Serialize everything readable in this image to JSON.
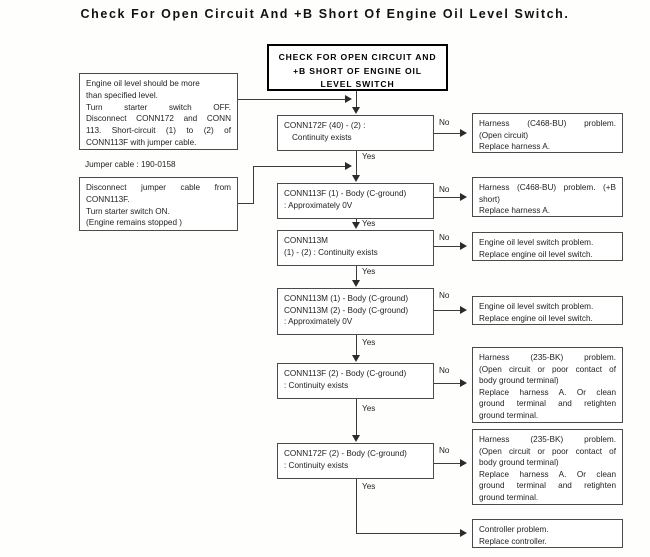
{
  "title": "Check For Open Circuit And +B Short Of Engine Oil Level Switch.",
  "header_box": {
    "line1": "CHECK FOR OPEN CIRCUIT AND",
    "line2": "+B SHORT OF ENGINE OIL",
    "line3": "LEVEL SWITCH"
  },
  "notes": [
    {
      "name": "precondition-note",
      "line1": "Engine oil level should be more",
      "line2": "than specified level.",
      "line3": "Turn starter switch OFF.",
      "line4": "Disconnect CONN172 and CONN",
      "line5": "113. Short-circuit (1) to (2) of",
      "line6": "CONN113F with jumper cable."
    },
    {
      "name": "jumper-cable-note",
      "text": "Jumper cable : 190-0158"
    },
    {
      "name": "second-precondition-note",
      "line1": "Disconnect jumper cable from",
      "line2": "CONN113F.",
      "line3": "Turn starter switch ON.",
      "line4": "(Engine remains stopped )"
    }
  ],
  "steps": [
    {
      "id": "step-1",
      "line1": "CONN172F (40) - (2) :",
      "line2": "Continuity exists",
      "no_label": "No",
      "yes_label": "Yes"
    },
    {
      "id": "step-2",
      "line1": "CONN113F (1) - Body (C-ground)",
      "line2": ": Approximately 0V",
      "no_label": "No",
      "yes_label": "Yes"
    },
    {
      "id": "step-3",
      "line1": "CONN113M",
      "line2": "(1) - (2) : Continuity exists",
      "no_label": "No",
      "yes_label": "Yes"
    },
    {
      "id": "step-4",
      "line1": "CONN113M (1) - Body (C-ground)",
      "line2": "CONN113M (2) - Body (C-ground)",
      "line3": ": Approximately 0V",
      "no_label": "No",
      "yes_label": "Yes"
    },
    {
      "id": "step-5",
      "line1": "CONN113F (2) - Body (C-ground)",
      "line2": ": Continuity exists",
      "no_label": "No",
      "yes_label": "Yes"
    },
    {
      "id": "step-6",
      "line1": "CONN172F (2) - Body (C-ground)",
      "line2": ": Continuity exists",
      "no_label": "No",
      "yes_label": "Yes"
    }
  ],
  "results": [
    {
      "id": "result-1",
      "line1": "Harness (C468-BU) problem.",
      "line2": "(Open circuit)",
      "line3": "Replace harness A."
    },
    {
      "id": "result-2",
      "line1": "Harness (C468-BU) problem. (+B",
      "line2": "short)",
      "line3": "Replace harness A."
    },
    {
      "id": "result-3",
      "line1": "Engine oil level switch problem.",
      "line2": "Replace engine oil level switch."
    },
    {
      "id": "result-4",
      "line1": "Engine oil level switch problem.",
      "line2": "Replace engine oil level switch."
    },
    {
      "id": "result-5",
      "line1": "Harness (235-BK) problem.",
      "line2": "(Open circuit or poor contact of",
      "line3": "body ground terminal)",
      "line4": "Replace harness A. Or clean",
      "line5": "ground terminal and retighten",
      "line6": "ground terminal."
    },
    {
      "id": "result-6",
      "line1": "Harness (235-BK) problem.",
      "line2": "(Open circuit or poor contact of",
      "line3": "body ground terminal)",
      "line4": "Replace harness A. Or clean",
      "line5": "ground terminal and retighten",
      "line6": "ground terminal."
    },
    {
      "id": "result-7",
      "line1": "Controller problem.",
      "line2": "Replace controller."
    }
  ]
}
